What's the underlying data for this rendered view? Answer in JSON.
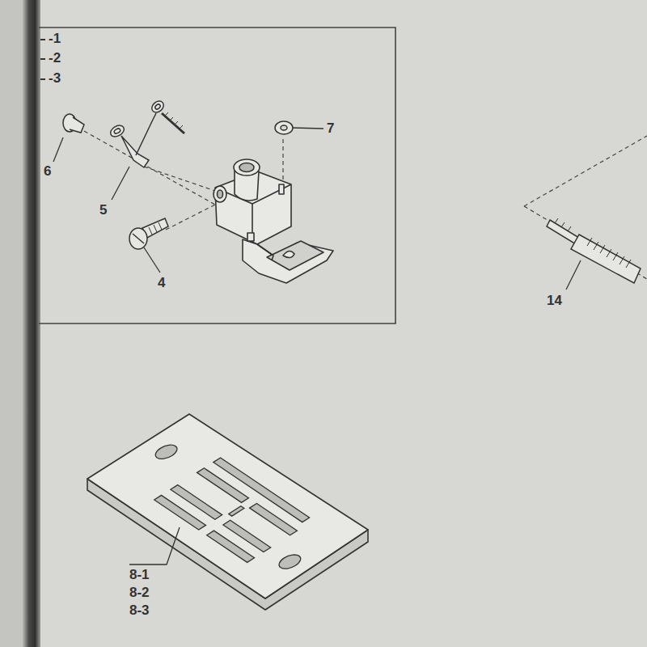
{
  "diagram": {
    "labels": [
      "-1",
      "-2",
      "-3",
      "6",
      "5",
      "4",
      "7",
      "14",
      "8-1",
      "8-2",
      "8-3"
    ]
  }
}
